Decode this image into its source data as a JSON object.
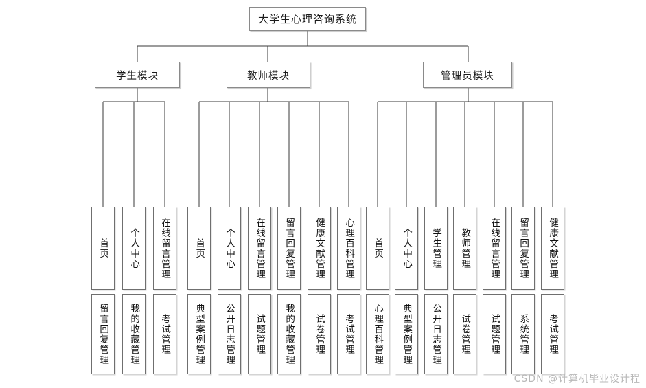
{
  "diagram": {
    "type": "tree",
    "root": {
      "label": "大学生心理咨询系统"
    },
    "modules": [
      {
        "id": "student",
        "label": "学生模块"
      },
      {
        "id": "teacher",
        "label": "教师模块"
      },
      {
        "id": "admin",
        "label": "管理员模块"
      }
    ],
    "leaves": {
      "student": {
        "row1": [
          "首页",
          "个人中心",
          "在线留言管理"
        ],
        "row2": [
          "留言回复管理",
          "我的收藏管理",
          "考试管理"
        ]
      },
      "teacher": {
        "row1": [
          "首页",
          "个人中心",
          "在线留言管理",
          "留言回复管理",
          "健康文献管理",
          "心理百科管理"
        ],
        "row2": [
          "典型案例管理",
          "公开日志管理",
          "试题管理",
          "我的收藏管理",
          "试卷管理",
          "考试管理"
        ]
      },
      "admin": {
        "row1": [
          "首页",
          "个人中心",
          "学生管理",
          "教师管理",
          "在线留言管理",
          "留言回复管理",
          "健康文献管理"
        ],
        "row2": [
          "心理百科管理",
          "典型案例管理",
          "公开日志管理",
          "试卷管理",
          "试题管理",
          "系统管理",
          "考试管理"
        ]
      }
    }
  },
  "watermark": {
    "text": "CSDN @计算机毕业设计程"
  },
  "colors": {
    "box_border": "#6f6f6f",
    "box_fill": "#ffffff",
    "line": "#3a3a3a",
    "text": "#111111",
    "watermark": "#b9b9b9"
  }
}
